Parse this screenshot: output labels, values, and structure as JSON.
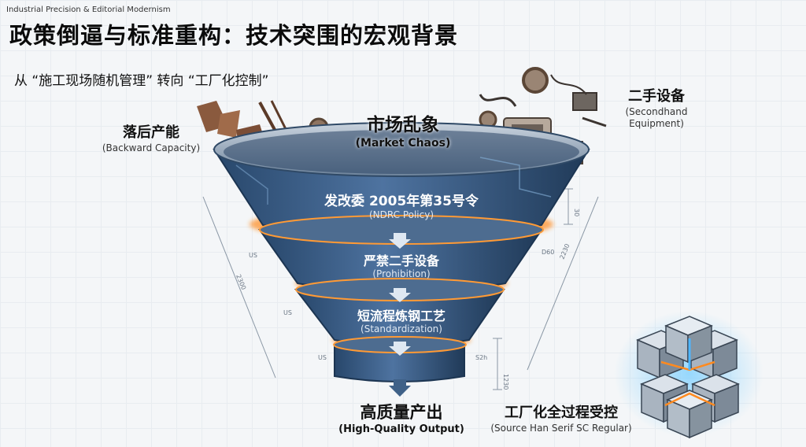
{
  "header": {
    "slide_label": "Industrial Precision & Editorial Modernism",
    "title": "政策倒逼与标准重构：技术突围的宏观背景",
    "subtitle": "从 “施工现场随机管理” 转向 “工厂化控制”"
  },
  "funnel": {
    "top": {
      "zh": "市场乱象",
      "en": "(Market Chaos)"
    },
    "stage1": {
      "zh": "发改委 2005年第35号令",
      "en": "(NDRC Policy)"
    },
    "stage2": {
      "zh": "严禁二手设备",
      "en": "(Prohibition)"
    },
    "stage3": {
      "zh": "短流程炼钢工艺",
      "en": "(Standardization)"
    },
    "output": {
      "zh": "高质量产出",
      "en": "(High-Quality Output)"
    }
  },
  "left_label": {
    "zh": "落后产能",
    "en": "(Backward Capacity)"
  },
  "right_label": {
    "zh": "二手设备",
    "en_line1": "(Secondhand",
    "en_line2": "Equipment)"
  },
  "factory_label": {
    "zh": "工厂化全过程受控",
    "en": "(Source Han Serif SC Regular)"
  },
  "dimensions": {
    "d1": "2300",
    "d2": "2230",
    "d3": "30",
    "d4": "D60",
    "d5": "US",
    "d6": "US",
    "d7": "US",
    "d8": "S2h",
    "d9": "1230"
  },
  "colors": {
    "funnel": "#3f6188",
    "funnel_dark": "#24405f",
    "glow": "#ff8a1f",
    "cube": "#9aa7b4",
    "accent_blue": "#4fb6ff"
  }
}
